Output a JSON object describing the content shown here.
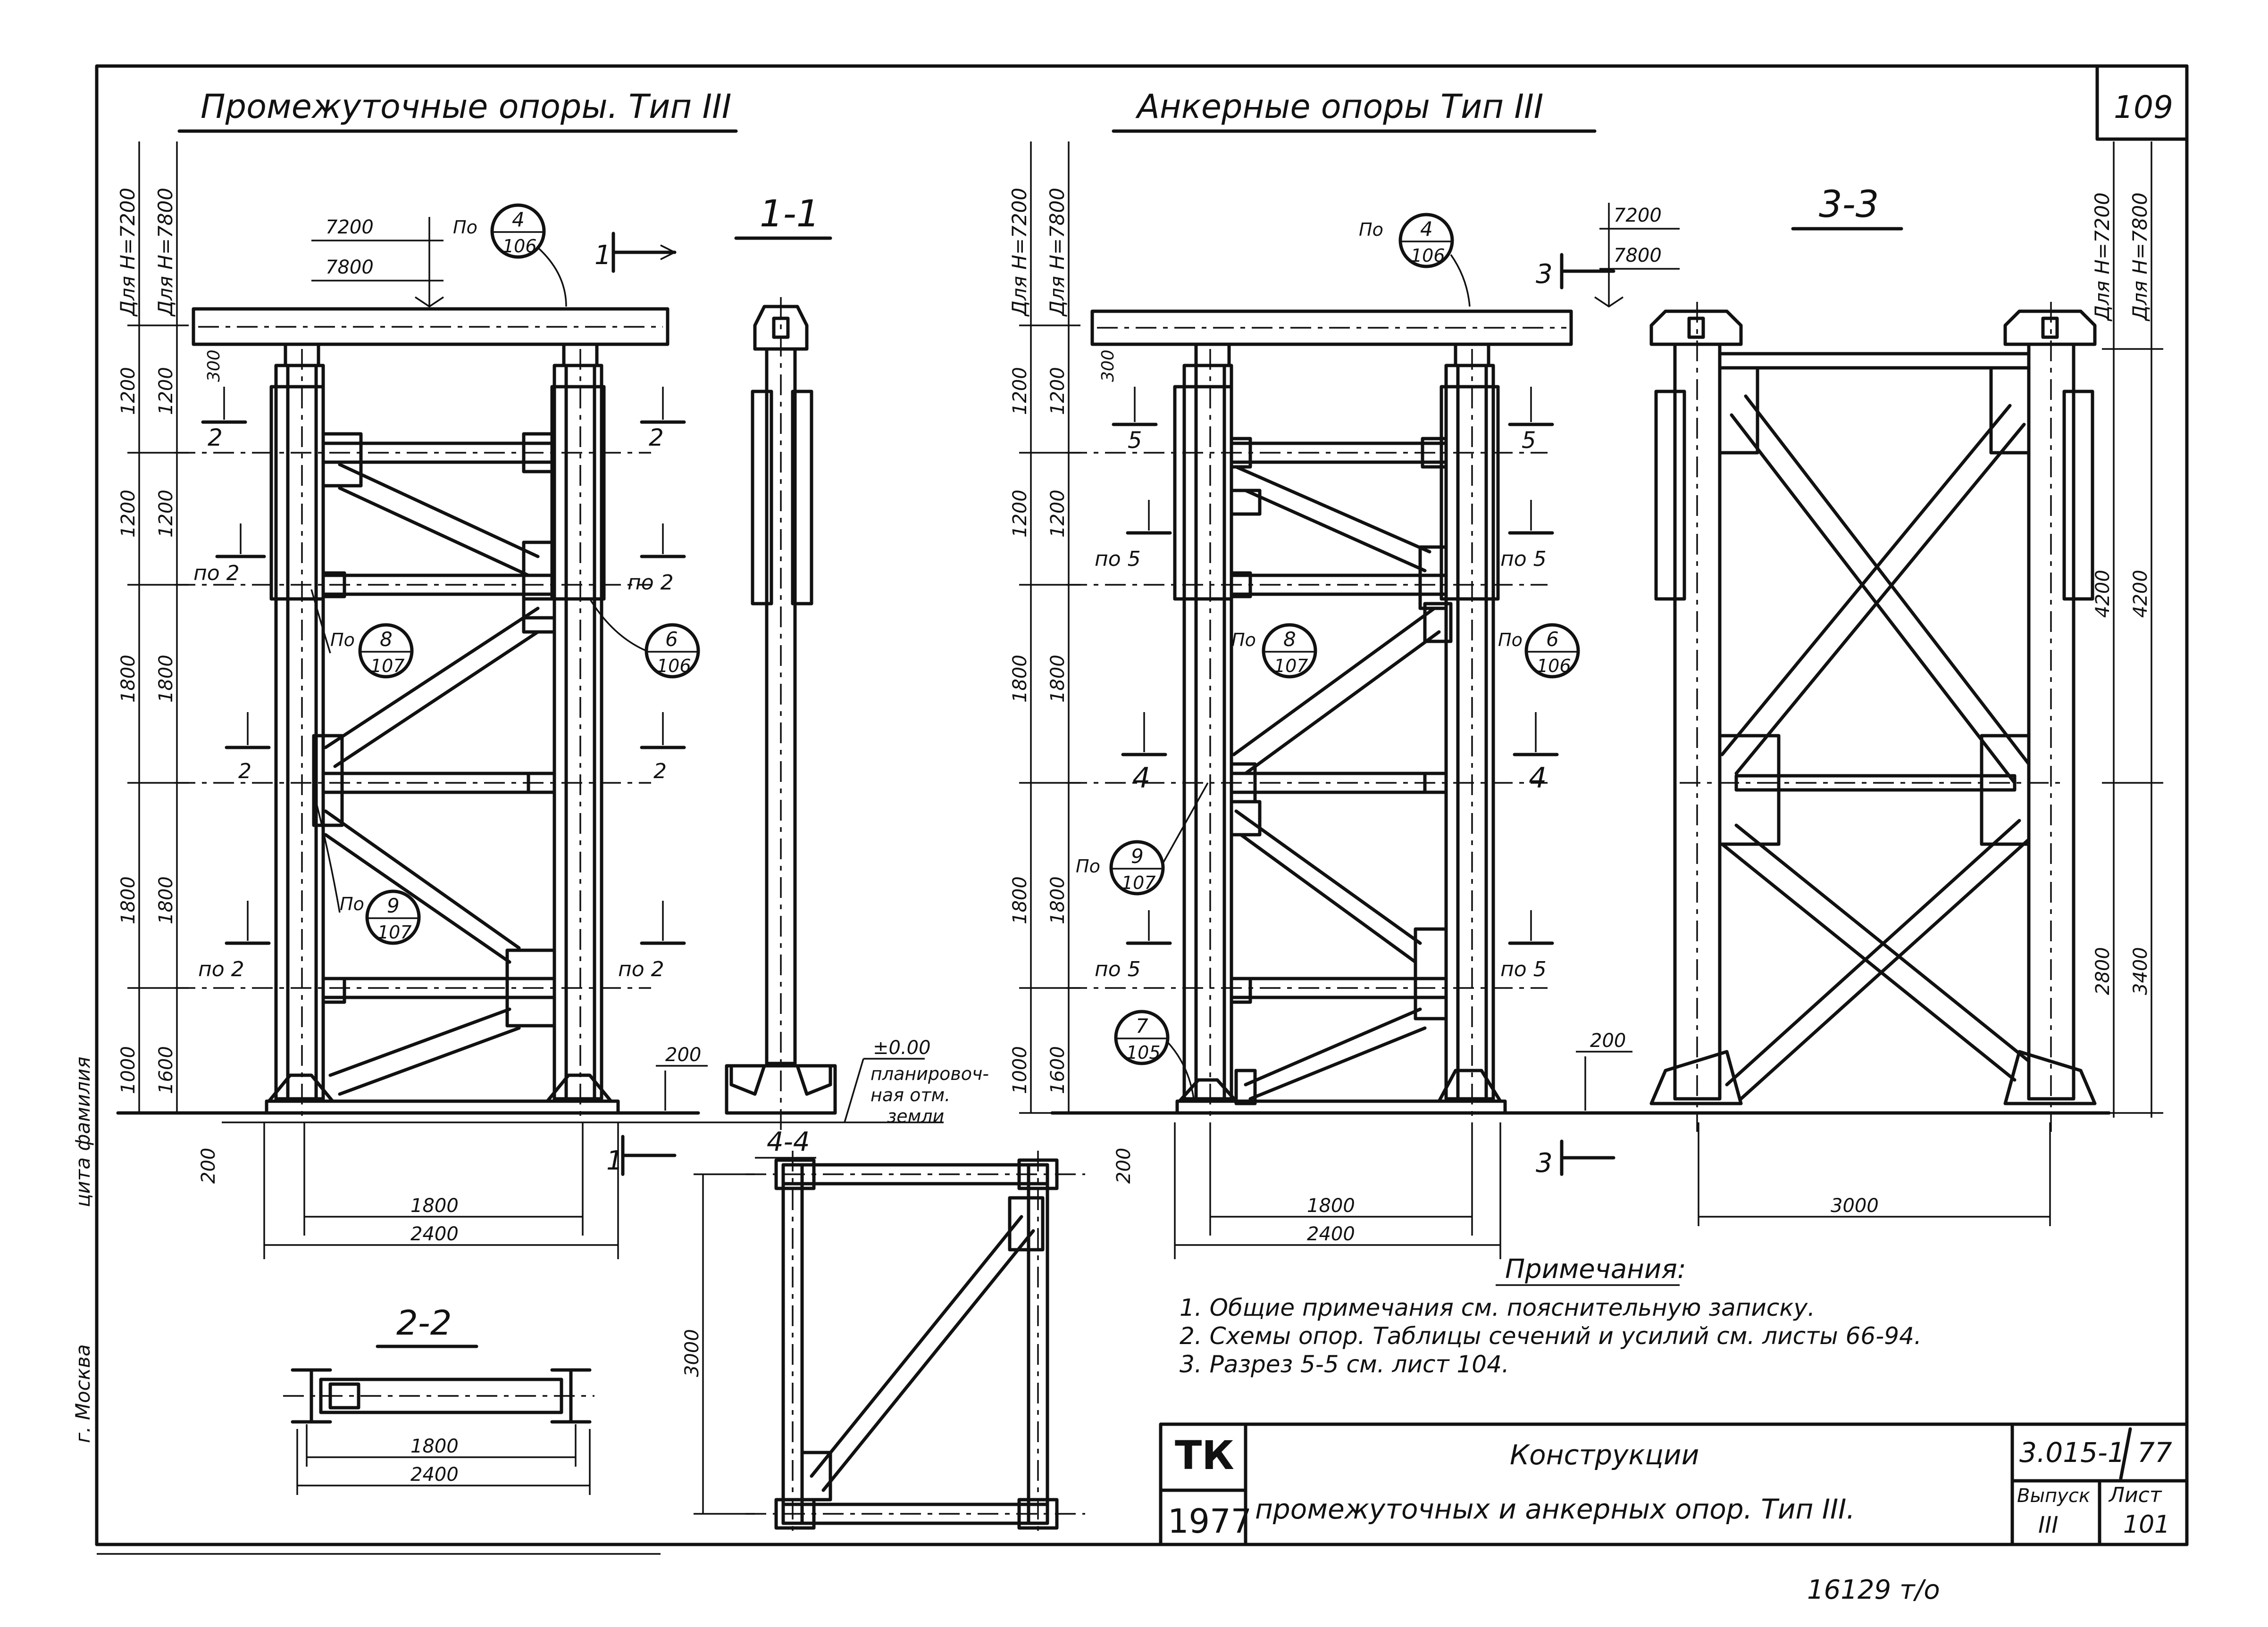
{
  "sheet": {
    "title_left": "Промежуточные опоры. Тип III",
    "title_right": "Анкерные опоры Тип III",
    "sheet_corner": "109",
    "bottom_stamp": "16129 т/о",
    "left_margin_1": "г. Москва",
    "left_margin_2": "цита фамилия"
  },
  "sections": {
    "s11": "1-1",
    "s22": "2-2",
    "s33": "3-3",
    "s44": "4-4",
    "cut1": "1",
    "cut3": "3",
    "m2": "2",
    "mpo2": "по 2",
    "m4": "4",
    "m5": "5",
    "mpo5": "по 5"
  },
  "heights": {
    "h7200": "Для H=7200",
    "h7800": "Для H=7800",
    "v7200": "7200",
    "v7800": "7800",
    "zero": "±0.00",
    "ground": [
      "планировоч-",
      "ная отм.",
      "земли"
    ]
  },
  "dims": {
    "d1200": "1200",
    "d1800": "1800",
    "d1000": "1000",
    "d1600": "1600",
    "d300": "300",
    "d200": "200",
    "d2400": "2400",
    "d3000": "3000",
    "d4200": "4200",
    "d2800": "2800",
    "d3400": "3400"
  },
  "callouts": {
    "po": "По",
    "c1_num": "4",
    "c1_den": "106",
    "c2_num": "8",
    "c2_den": "107",
    "c3_num": "6",
    "c3_den": "106",
    "c4_num": "9",
    "c4_den": "107",
    "c5_num": "7",
    "c5_den": "105"
  },
  "notes": {
    "heading": "Примечания:",
    "items": [
      "1. Общие примечания см. пояснительную записку.",
      "2. Схемы опор. Таблицы сечений и усилий см. листы 66-94.",
      "3. Разрез 5-5 см. лист 104."
    ]
  },
  "titleblock": {
    "org": "ТК",
    "year": "1977",
    "title_line1": "Конструкции",
    "title_line2": "промежуточных и анкерных опор. Тип III.",
    "code": "3.015-1",
    "album": "77",
    "issue_label": "Выпуск",
    "issue": "III",
    "sheet_label": "Лист",
    "sheet": "101"
  }
}
